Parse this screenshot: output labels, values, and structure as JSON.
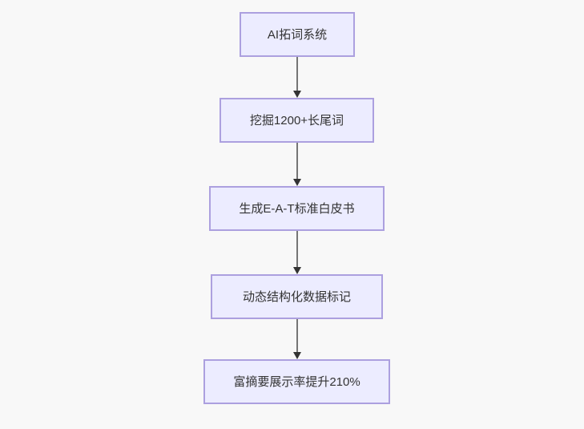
{
  "diagram": {
    "type": "flowchart",
    "direction": "top-down",
    "nodes": [
      {
        "label": "AI拓词系统"
      },
      {
        "label": "挖掘1200+长尾词"
      },
      {
        "label": "生成E-A-T标准白皮书"
      },
      {
        "label": "动态结构化数据标记"
      },
      {
        "label": "富摘要展示率提升210%"
      }
    ],
    "edges": [
      {
        "from": "AI拓词系统",
        "to": "挖掘1200+长尾词"
      },
      {
        "from": "挖掘1200+长尾词",
        "to": "生成E-A-T标准白皮书"
      },
      {
        "from": "生成E-A-T标准白皮书",
        "to": "动态结构化数据标记"
      },
      {
        "from": "动态结构化数据标记",
        "to": "富摘要展示率提升210%"
      }
    ],
    "colors": {
      "node_fill": "#ECECFF",
      "node_border": "#ACA0DF",
      "node_text": "#333333",
      "edge_line": "#757575",
      "arrowhead": "#333333",
      "background": "#F8F8F8"
    }
  }
}
